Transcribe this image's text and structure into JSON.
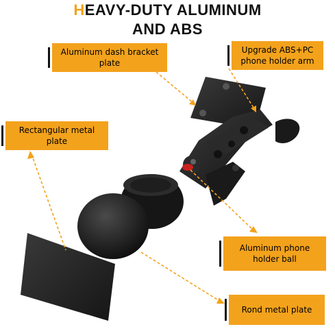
{
  "title": {
    "accent_letter": "H",
    "line1_rest": "EAVY-DUTY ALUMINUM",
    "line2": "AND ABS"
  },
  "callouts": {
    "dash_plate": "Aluminum dash bracket plate",
    "arm": "Upgrade ABS+PC phone holder arm",
    "rect_plate": "Rectangular metal plate",
    "ball": "Aluminum phone holder ball",
    "round_plate": "Rond metal plate"
  },
  "colors": {
    "accent": "#f3a21c",
    "arrow": "#f3a21c",
    "product": "#1c1c1c"
  }
}
